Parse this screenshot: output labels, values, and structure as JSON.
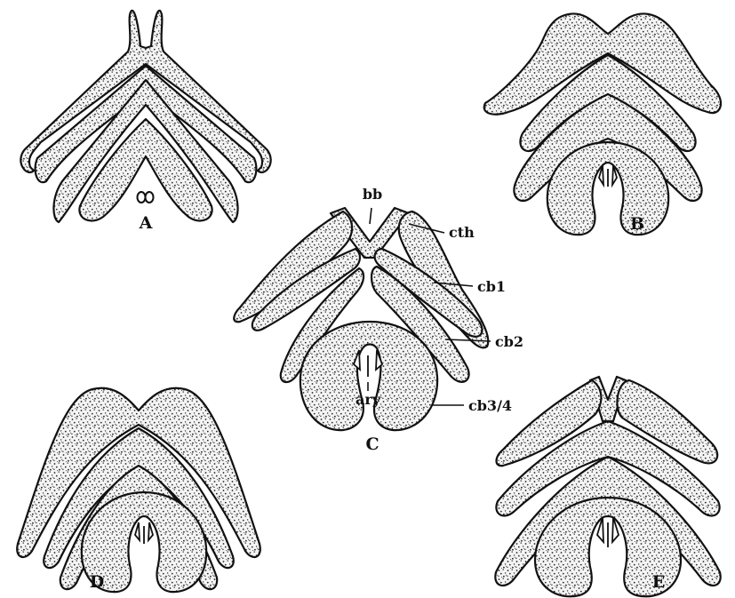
{
  "figure": {
    "panels": [
      {
        "id": "A",
        "label": "A"
      },
      {
        "id": "B",
        "label": "B"
      },
      {
        "id": "C",
        "label": "C"
      },
      {
        "id": "D",
        "label": "D"
      },
      {
        "id": "E",
        "label": "E"
      }
    ],
    "annotations": {
      "bb": "bb",
      "cth": "cth",
      "cb1": "cb1",
      "cb2": "cb2",
      "cb34": "cb3/4",
      "ary": "ary"
    }
  }
}
